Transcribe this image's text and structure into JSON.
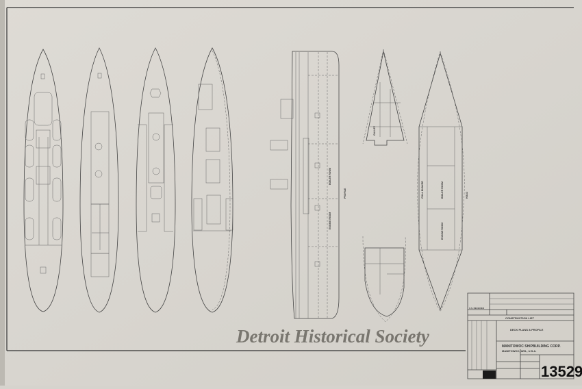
{
  "drawing": {
    "labels": {
      "profile": "PROFILE",
      "hold": "HOLD",
      "boiler_room": "BOILER ROOM",
      "engine_room": "ENGINE ROOM",
      "coal_bunker": "COAL BUNKER",
      "galley": "GALLEY"
    }
  },
  "title_block": {
    "received": "U.S. RECEIVED",
    "list_header": "CONSTRUCTION LIST",
    "title": "DECK PLANS & PROFILE",
    "company": "MANITOWOC SHIPBUILDING CORP.",
    "location": "MANITOWOC, WIS., U.S.A.",
    "drawing_number": "13529"
  },
  "watermark": "Detroit Historical Society"
}
